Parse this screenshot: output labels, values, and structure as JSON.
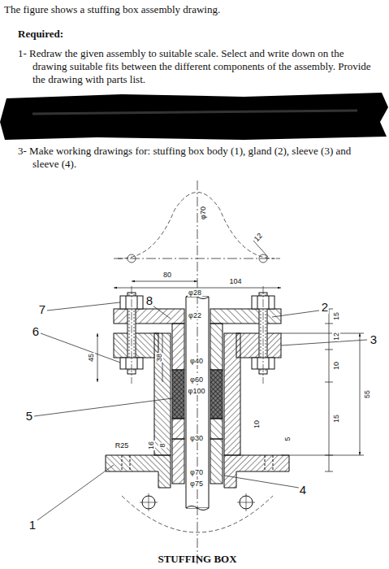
{
  "diagram": {
    "title": "The figure shows a stuffing box assembly drawing.",
    "caption": "STUFFING BOX",
    "labels": [
      "Required:",
      "1- Redraw the given assembly to suitable scale. Select and write down on the drawing suitable fits between the different components of the assembly. Provide the drawing with parts list.",
      "3- Make working drawings for: stuffing box body (1), gland (2), sleeve (3) and sleeve (4).",
      "φ70",
      "12",
      "80",
      "104",
      "8",
      "φ28",
      "2",
      "7",
      "φ22",
      "6",
      "3",
      "15",
      "45",
      "38",
      "φ40",
      "12",
      "φ60",
      "φ100",
      "5",
      "55",
      "10",
      "15",
      "φ30",
      "10",
      "5",
      "R25",
      "16",
      "8",
      "φ70",
      "φ75",
      "4",
      "1"
    ]
  }
}
